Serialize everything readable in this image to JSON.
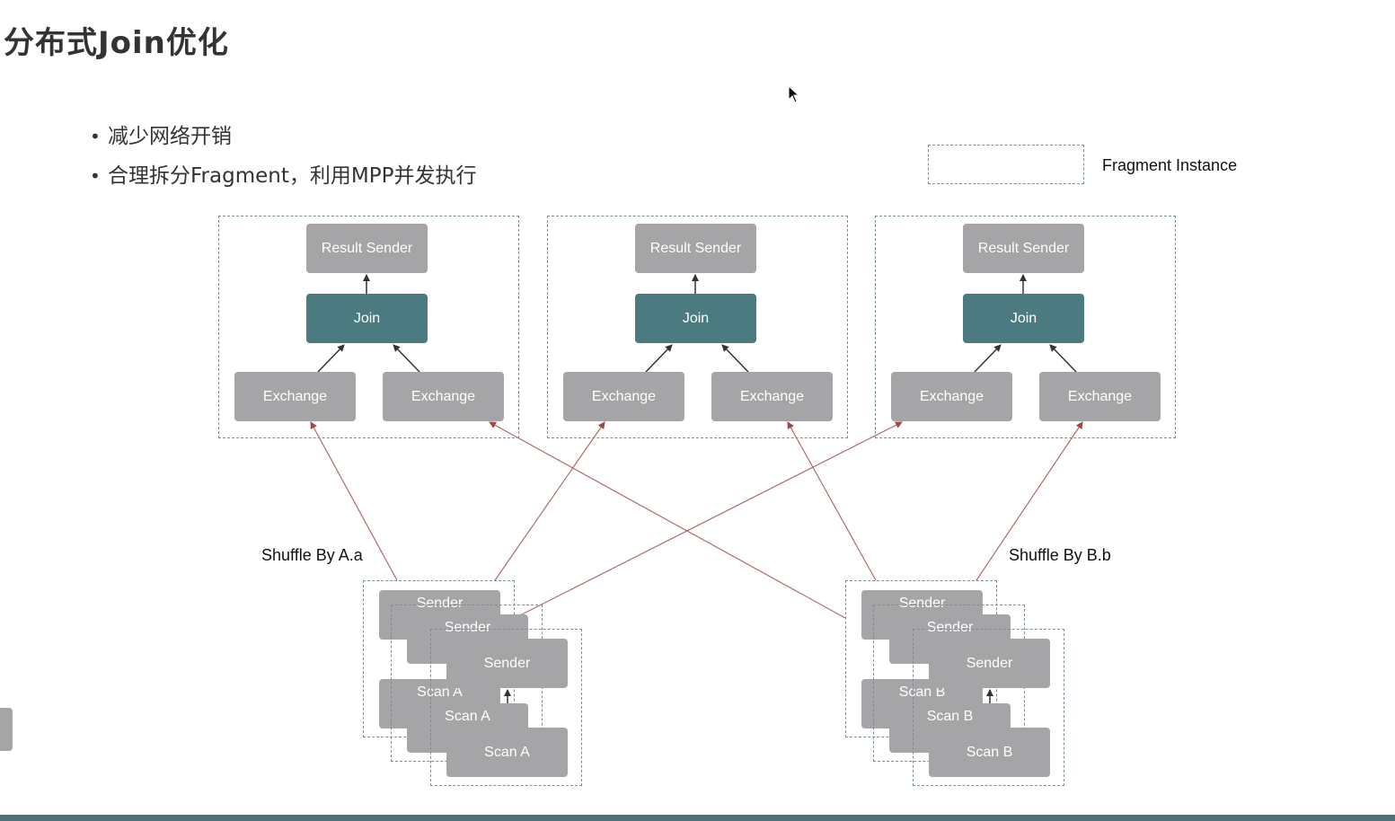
{
  "title": "分布式Join优化",
  "bullets": [
    "减少网络开销",
    "合理拆分Fragment，利用MPP并发执行"
  ],
  "legend": {
    "label": "Fragment Instance"
  },
  "shuffle_labels": {
    "left": "Shuffle By A.a",
    "right": "Shuffle By B.b"
  },
  "join_fragments": [
    {
      "result_sender": "Result Sender",
      "join": "Join",
      "exchange_left": "Exchange",
      "exchange_right": "Exchange"
    },
    {
      "result_sender": "Result Sender",
      "join": "Join",
      "exchange_left": "Exchange",
      "exchange_right": "Exchange"
    },
    {
      "result_sender": "Result Sender",
      "join": "Join",
      "exchange_left": "Exchange",
      "exchange_right": "Exchange"
    }
  ],
  "scan_groups": {
    "a": {
      "sender": "Sender",
      "scan": "Scan A"
    },
    "b": {
      "sender": "Sender",
      "scan": "Scan B"
    }
  },
  "colors": {
    "node_grey": "#a5a5a7",
    "join_teal": "#4b7b80",
    "fragment_border": "#7a8f93",
    "shuffle_line": "#b06a6a",
    "bottom_bar": "#4e7178"
  }
}
